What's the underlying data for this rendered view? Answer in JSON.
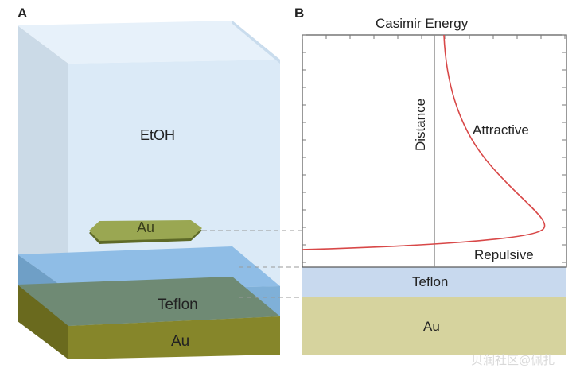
{
  "panel_a": {
    "letter": "A",
    "medium_label": "EtOH",
    "plate_label": "Au",
    "film_label": "Teflon",
    "substrate_label": "Au"
  },
  "panel_b": {
    "letter": "B",
    "title": "Casimir Energy",
    "axis_label": "Distance",
    "attractive_label": "Attractive",
    "repulsive_label": "Repulsive",
    "teflon_label": "Teflon",
    "au_label": "Au"
  },
  "watermark": "贝润社区@佩扎",
  "colors": {
    "ethanol": "#d8e8f6",
    "teflon": "#8fbde6",
    "gold": "#86862a",
    "plate": "#9aa752",
    "curve": "#d84848"
  }
}
